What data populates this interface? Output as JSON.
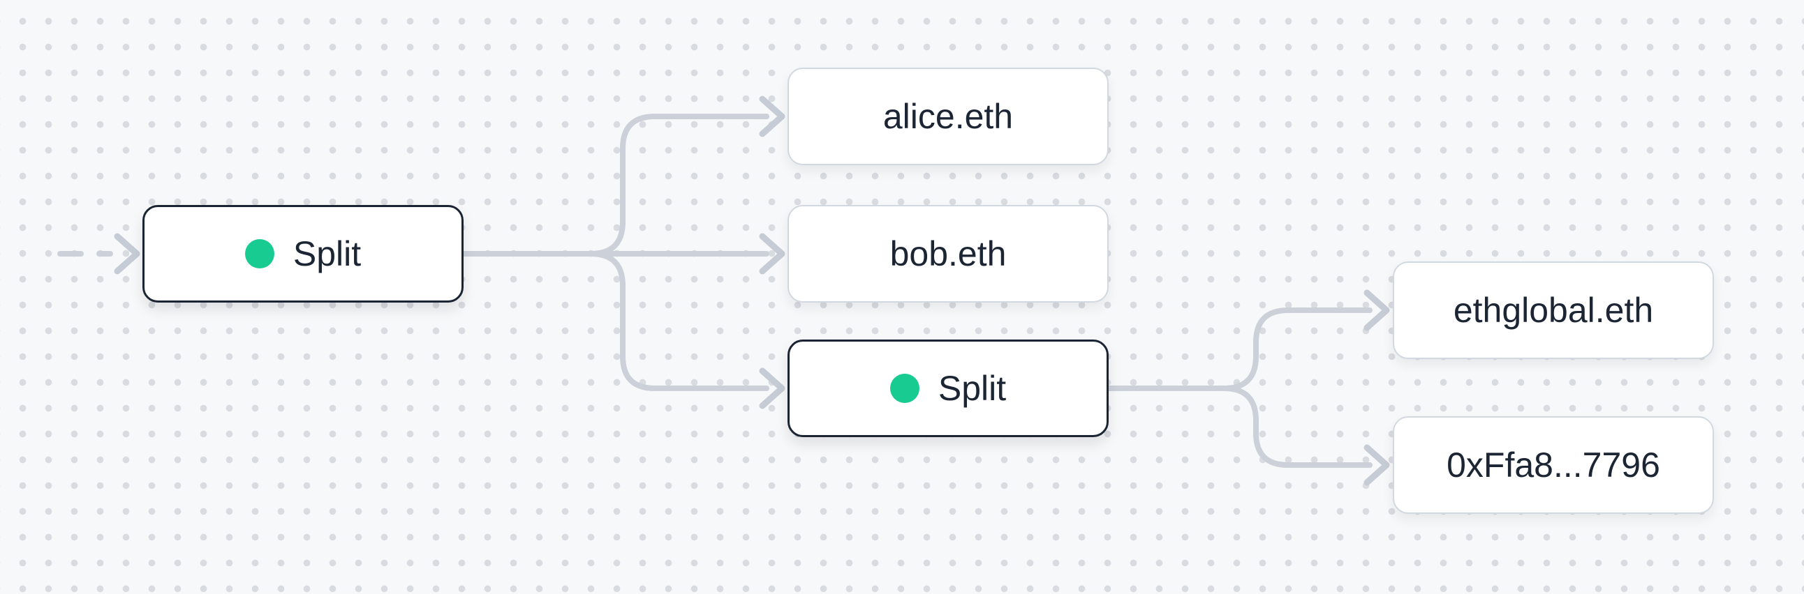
{
  "theme": {
    "canvas_background": "#f7f8f9",
    "grid_dot_color": "#d8dbe0",
    "edge_color": "#cbd0d9",
    "split_node_border": "#1b2433",
    "recipient_node_border": "#d2d8e0",
    "node_text_color": "#1b2533",
    "split_status_green": "#18cb90"
  },
  "flow": {
    "nodes": [
      {
        "id": "split-1",
        "type": "split",
        "label": "Split"
      },
      {
        "id": "alice",
        "type": "recipient",
        "label": "alice.eth"
      },
      {
        "id": "bob",
        "type": "recipient",
        "label": "bob.eth"
      },
      {
        "id": "split-2",
        "type": "split",
        "label": "Split"
      },
      {
        "id": "ethglobal",
        "type": "recipient",
        "label": "ethglobal.eth"
      },
      {
        "id": "wallet",
        "type": "recipient",
        "label": "0xFfa8...7796"
      }
    ],
    "edges": [
      {
        "from": "input",
        "to": "Split",
        "style": "dashed"
      },
      {
        "from": "Split",
        "to": "alice.eth"
      },
      {
        "from": "Split",
        "to": "bob.eth"
      },
      {
        "from": "Split",
        "to": "Split"
      },
      {
        "from": "Split",
        "to": "ethglobal.eth"
      },
      {
        "from": "Split",
        "to": "0xFfa8...7796"
      }
    ]
  }
}
